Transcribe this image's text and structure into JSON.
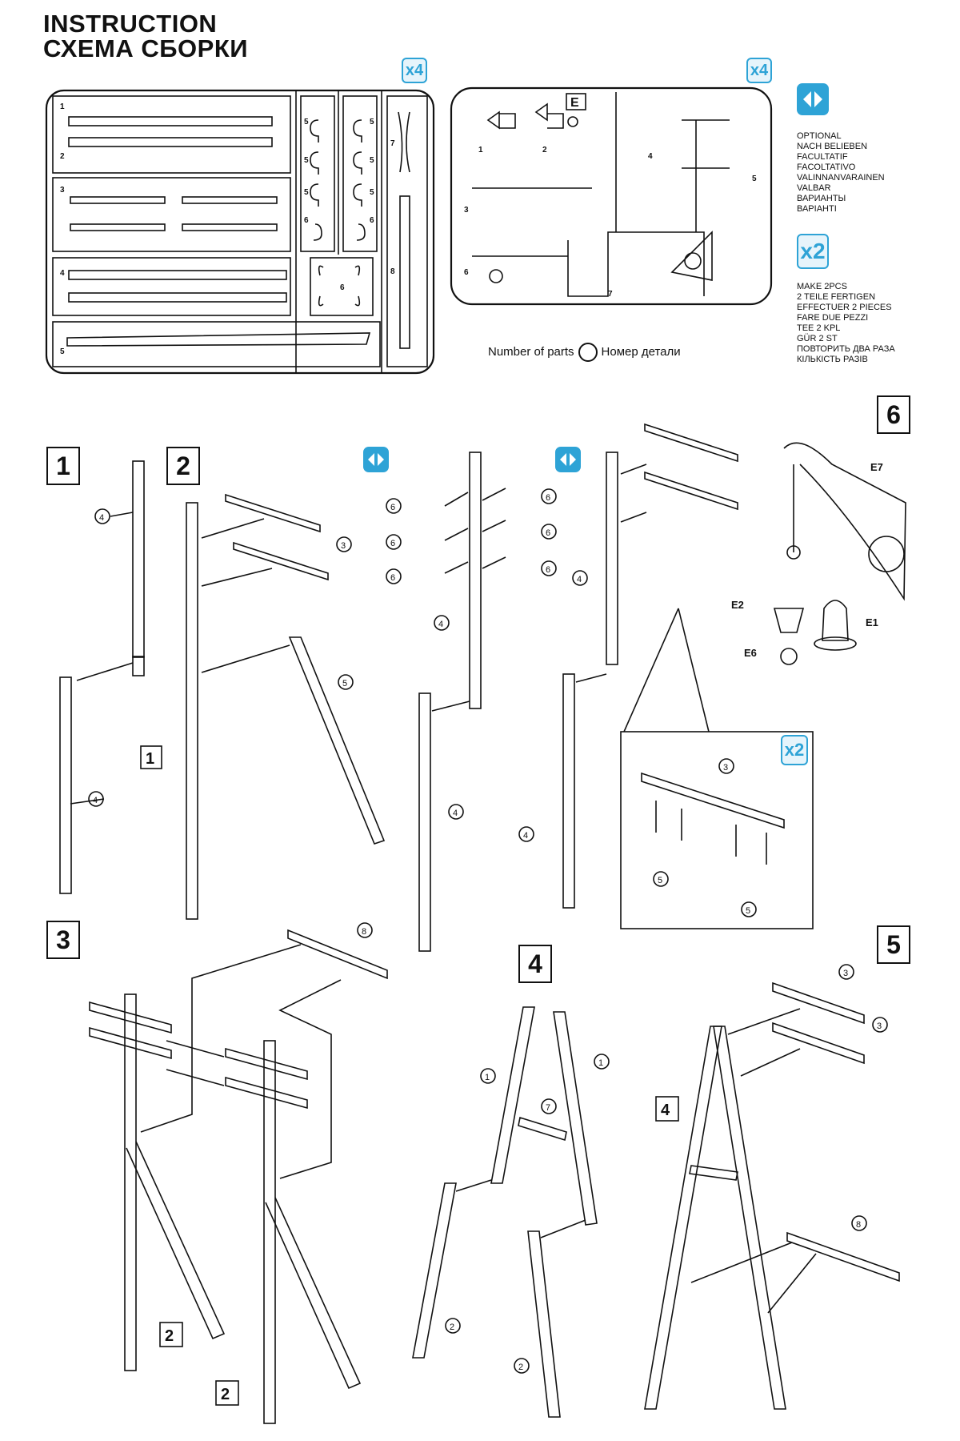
{
  "header": {
    "title_line1": "INSTRUCTION",
    "title_line2": "СХЕМА СБОРКИ"
  },
  "sprue": {
    "left_multiplier": "x4",
    "right_multiplier": "x4",
    "right_frame_letter": "E",
    "number_of_parts_label": "Number of parts",
    "nomer_detali_label": "Номер детали"
  },
  "legend": {
    "optional_lines": [
      "OPTIONAL",
      "NACH BELIEBEN",
      "FACULTATIF",
      "FACOLTATIVO",
      "VALINNANVARAINEN",
      "VALBAR",
      "ВАРИАНТЫ",
      "ВАРІАНТІ"
    ],
    "make2_badge": "x2",
    "make2_lines": [
      "MAKE 2pcs",
      "2 TEILE FERTIGEN",
      "EFFECTUER 2 PIECES",
      "FARE DUE PEZZI",
      "TEE 2 KPL",
      "GÜR 2 ST",
      "ПОВТОРИТЬ ДВА РАЗА",
      "КІЛЬКІСТЬ РАЗІВ"
    ]
  },
  "steps": {
    "s1": "1",
    "s2": "2",
    "s3": "3",
    "s4": "4",
    "s5": "5",
    "s6": "6",
    "detail_badge": "x2"
  },
  "icons": {
    "optional": "optional-arrows-icon",
    "make_two": "make-two-icon"
  },
  "colors": {
    "accent": "#2ea3d6",
    "line": "#111111"
  }
}
